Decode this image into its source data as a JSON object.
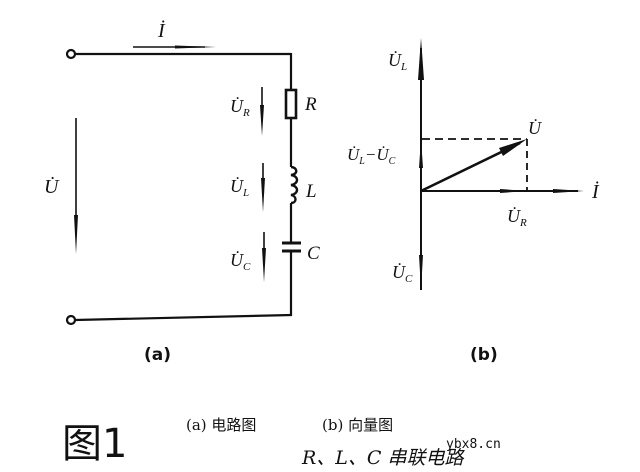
{
  "circuit": {
    "current_label": "İ",
    "source_voltage_label": "U̇",
    "components": [
      {
        "symbol": "R",
        "voltage_label": "U̇",
        "voltage_sub": "R"
      },
      {
        "symbol": "L",
        "voltage_label": "U̇",
        "voltage_sub": "L"
      },
      {
        "symbol": "C",
        "voltage_label": "U̇",
        "voltage_sub": "C"
      }
    ],
    "panel_label": "(a)"
  },
  "phasor": {
    "ul_label": "U̇",
    "ul_sub": "L",
    "uc_label": "U̇",
    "uc_sub": "C",
    "diff_label_main": "U̇",
    "diff_label_sub1": "L",
    "diff_label_minus": "−U̇",
    "diff_label_sub2": "C",
    "u_label": "U̇",
    "ur_label": "U̇",
    "ur_sub": "R",
    "i_label": "İ",
    "panel_label": "(b)"
  },
  "caption": {
    "sub_a": "(a) 电路图",
    "sub_b": "(b) 向量图",
    "title": "R、L、C 串联电路",
    "figure_number": "图1",
    "watermark": "ybx8.cn"
  }
}
